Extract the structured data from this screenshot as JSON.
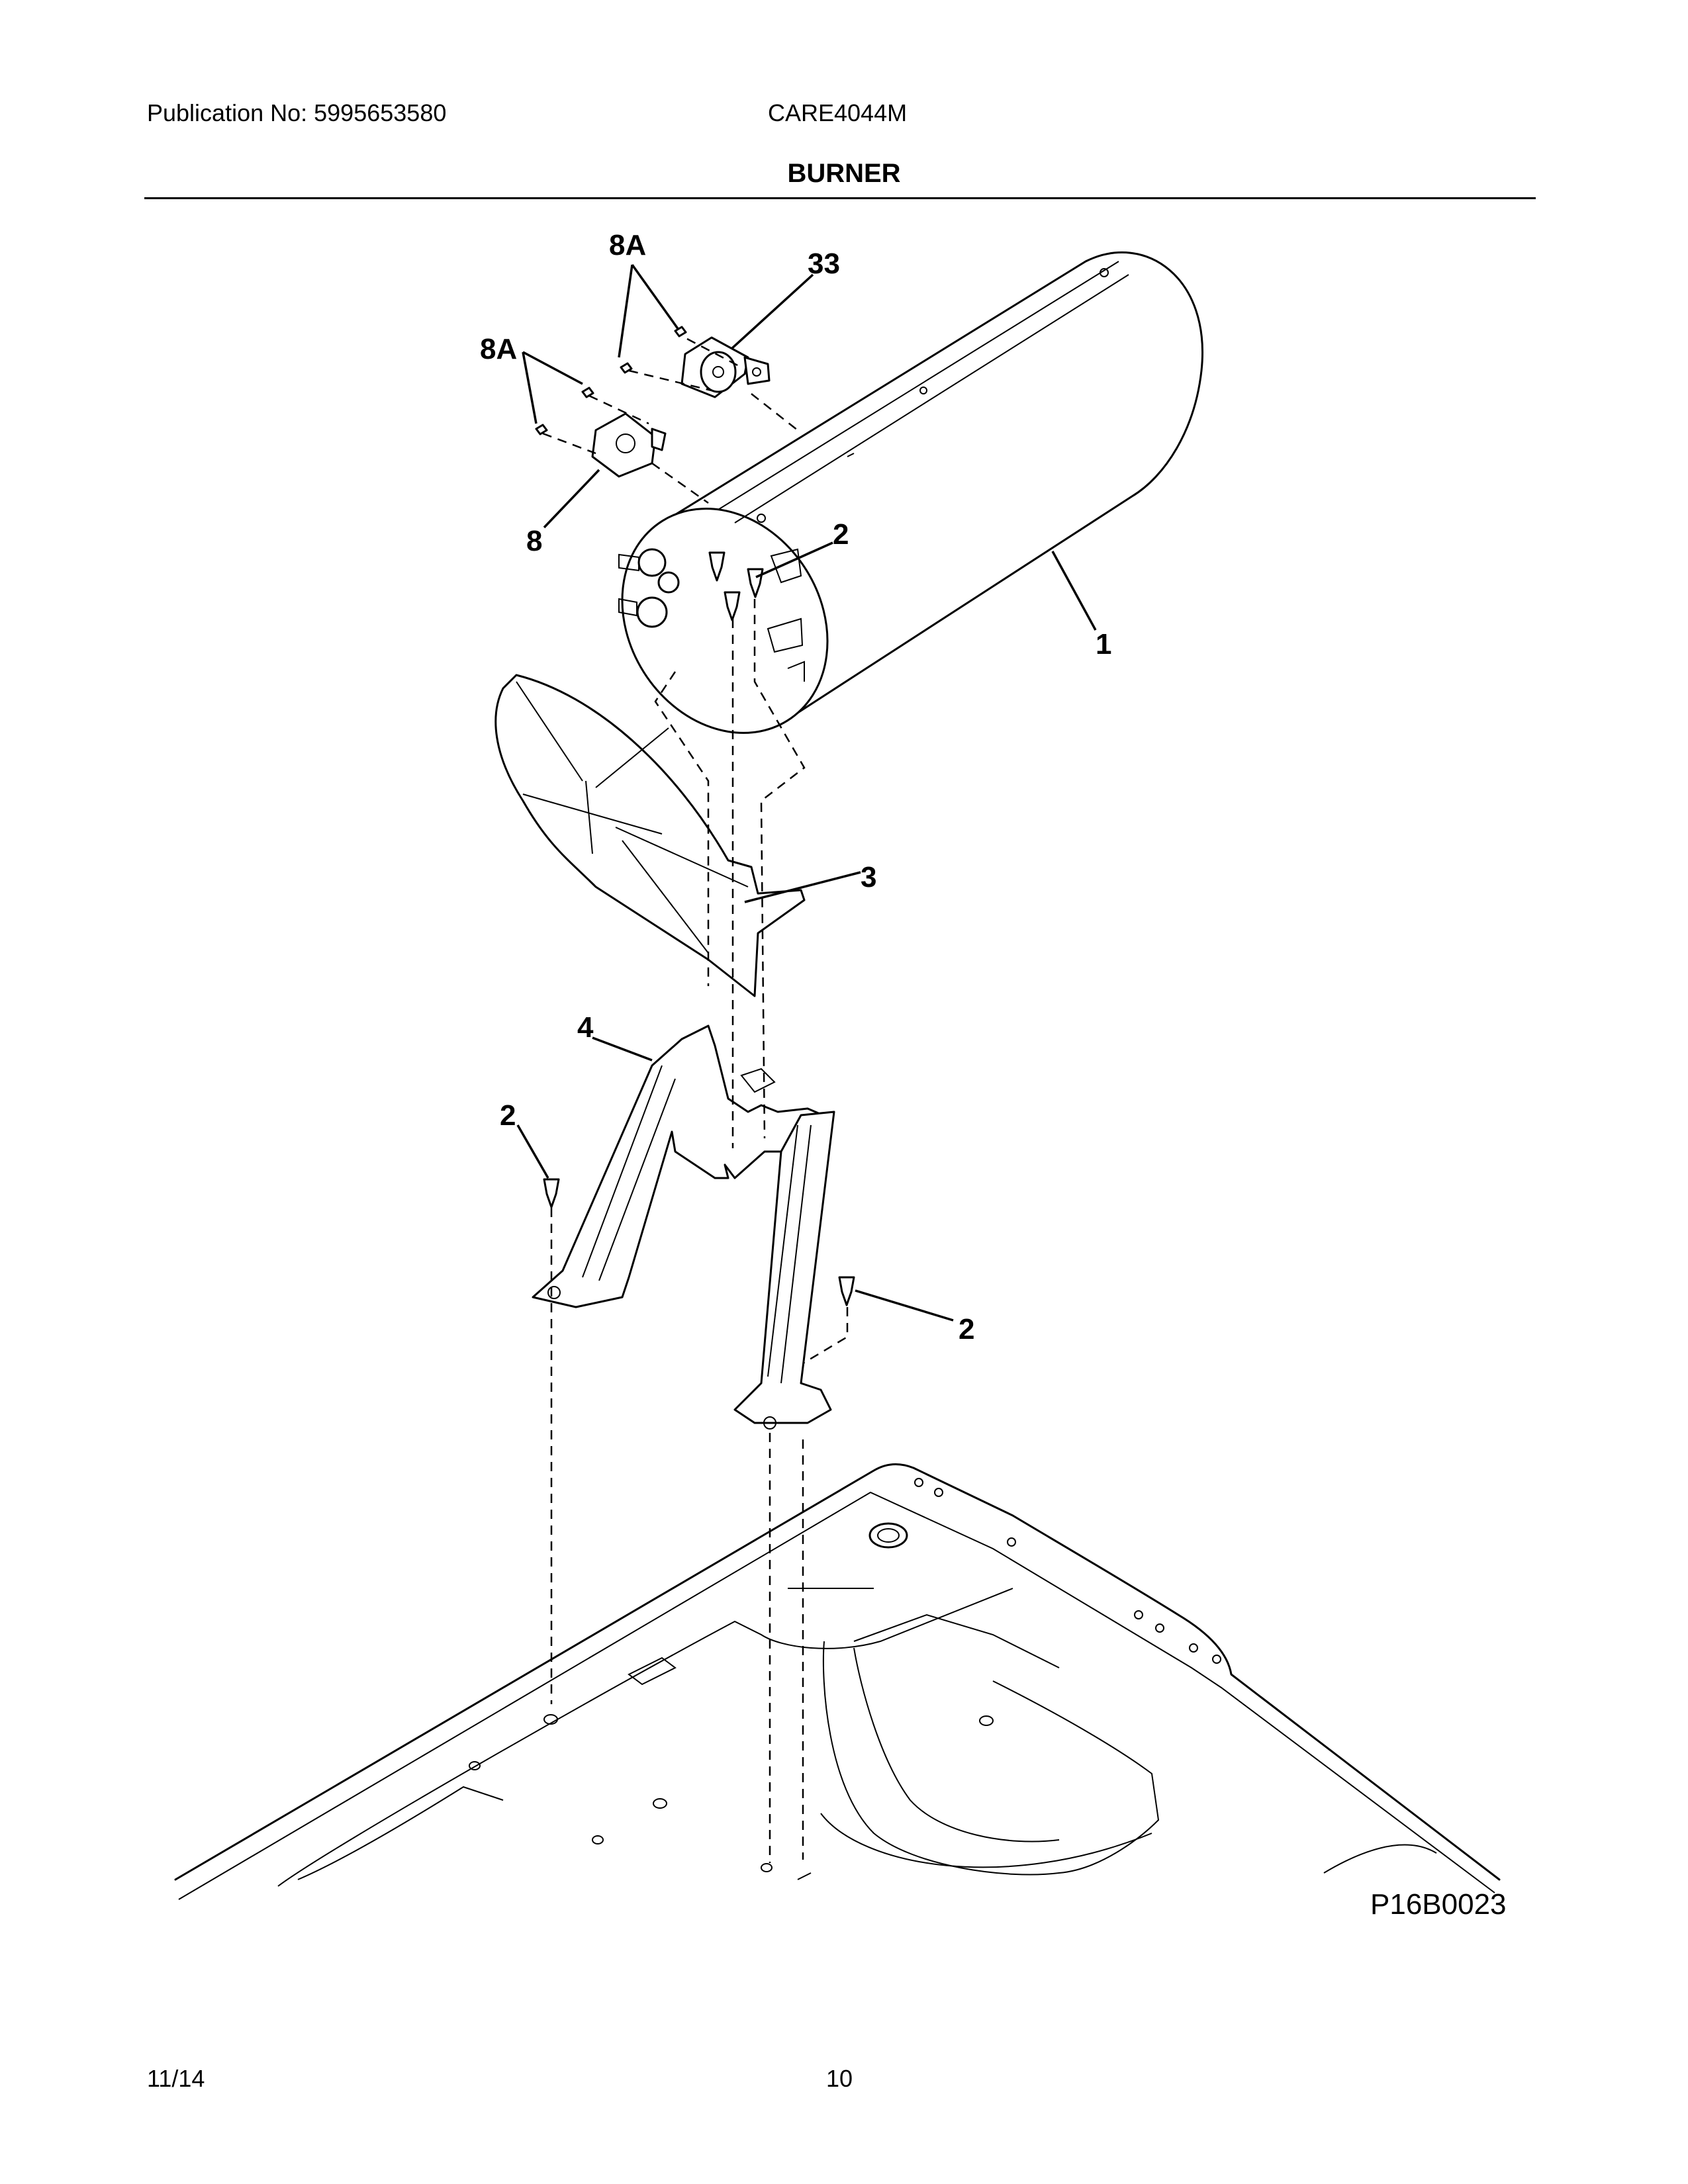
{
  "header": {
    "publication": "Publication No: 5995653580",
    "model": "CARE4044M",
    "section_title": "BURNER"
  },
  "callouts": {
    "c1": "1",
    "c2a": "2",
    "c2b": "2",
    "c2c": "2",
    "c3": "3",
    "c4": "4",
    "c8": "8",
    "c8a_top": "8A",
    "c8a_left": "8A",
    "c33": "33"
  },
  "figure_id": "P16B0023",
  "footer": {
    "date": "11/14",
    "page": "10"
  }
}
